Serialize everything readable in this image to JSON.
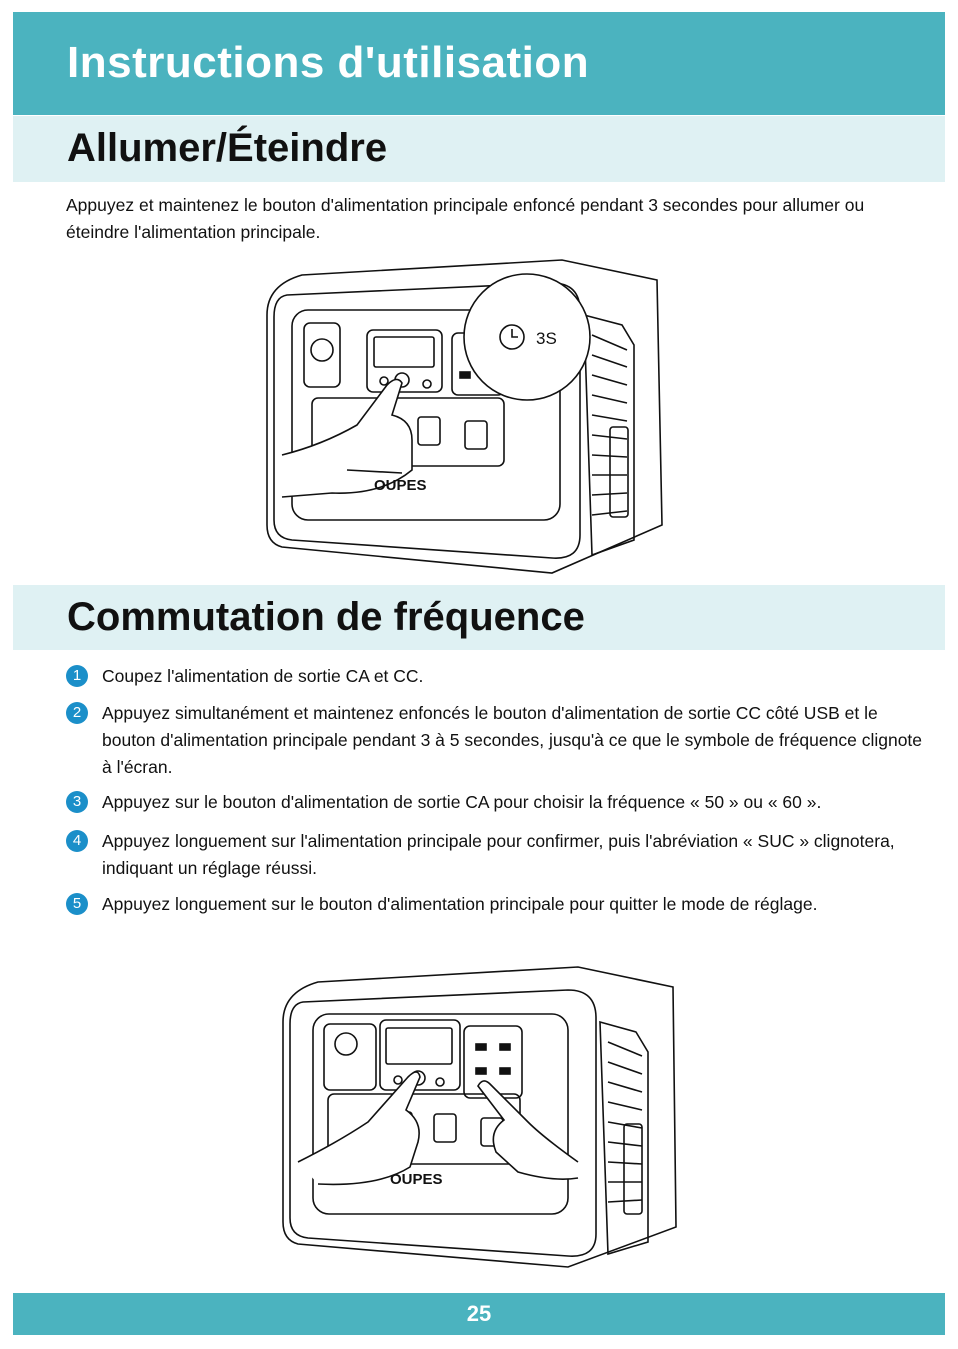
{
  "header": {
    "title": "Instructions d'utilisation"
  },
  "section1": {
    "title": "Allumer/Éteindre",
    "body": "Appuyez et maintenez le bouton d'alimentation principale enfoncé pendant 3 secondes pour allumer ou éteindre l'alimentation principale.",
    "timer_label": "3S",
    "brand": "OUPES"
  },
  "section2": {
    "title": "Commutation de fréquence",
    "steps": [
      {
        "num": "1",
        "text": "Coupez l'alimentation de sortie CA et CC."
      },
      {
        "num": "2",
        "text": "Appuyez simultanément et maintenez enfoncés le bouton d'alimentation de sortie CC côté USB et le bouton d'alimentation principale pendant 3 à 5 secondes, jusqu'à ce que le symbole de fréquence clignote à l'écran."
      },
      {
        "num": "3",
        "text": "Appuyez sur le bouton d'alimentation de sortie CA pour choisir la fréquence « 50 » ou « 60 »."
      },
      {
        "num": "4",
        "text": "Appuyez longuement sur l'alimentation principale pour confirmer, puis l'abréviation « SUC » clignotera, indiquant un réglage réussi."
      },
      {
        "num": "5",
        "text": "Appuyez longuement sur le bouton d'alimentation principale pour quitter le mode de réglage."
      }
    ],
    "brand": "OUPES"
  },
  "footer": {
    "page_number": "25"
  },
  "colors": {
    "header": "#4bb3bf",
    "section_band": "#dff1f3",
    "step_badge": "#1b8fc9"
  }
}
